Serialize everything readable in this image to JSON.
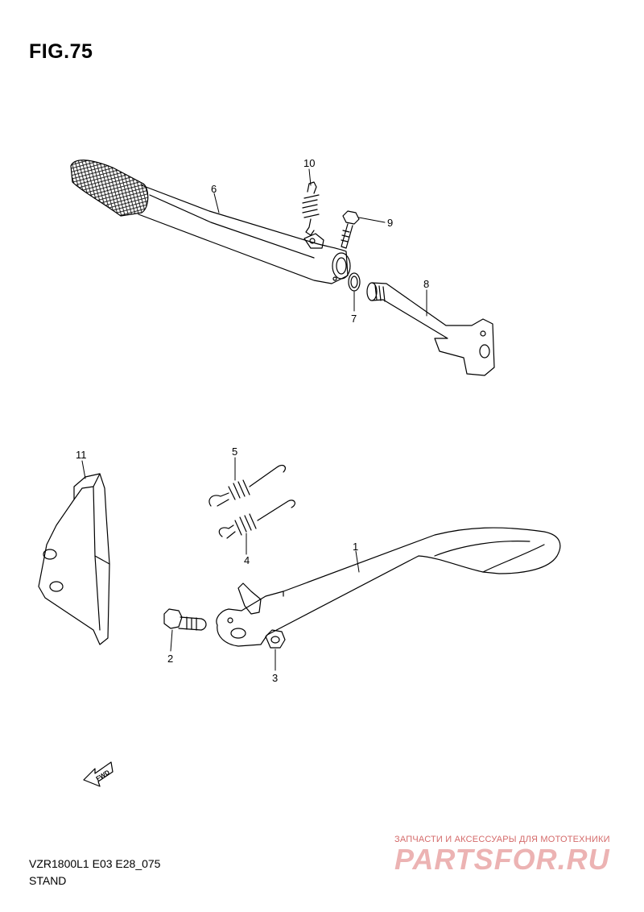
{
  "figure": {
    "title": "FIG.75"
  },
  "parts": [
    {
      "ref": "1"
    },
    {
      "ref": "2"
    },
    {
      "ref": "3"
    },
    {
      "ref": "4"
    },
    {
      "ref": "5"
    },
    {
      "ref": "6"
    },
    {
      "ref": "7"
    },
    {
      "ref": "8"
    },
    {
      "ref": "9"
    },
    {
      "ref": "10"
    },
    {
      "ref": "11"
    }
  ],
  "fwd_label": "FWD",
  "footer": {
    "model_code": "VZR1800L1 E03 E28_075",
    "section": "STAND"
  },
  "watermark": {
    "tagline": "ЗАПЧАСТИ И АКСЕССУАРЫ ДЛЯ МОТОТЕХНИКИ",
    "logo": "PARTSFOR.RU"
  },
  "colors": {
    "line": "#000000",
    "background": "#ffffff",
    "watermark": "#e9a6a6"
  }
}
